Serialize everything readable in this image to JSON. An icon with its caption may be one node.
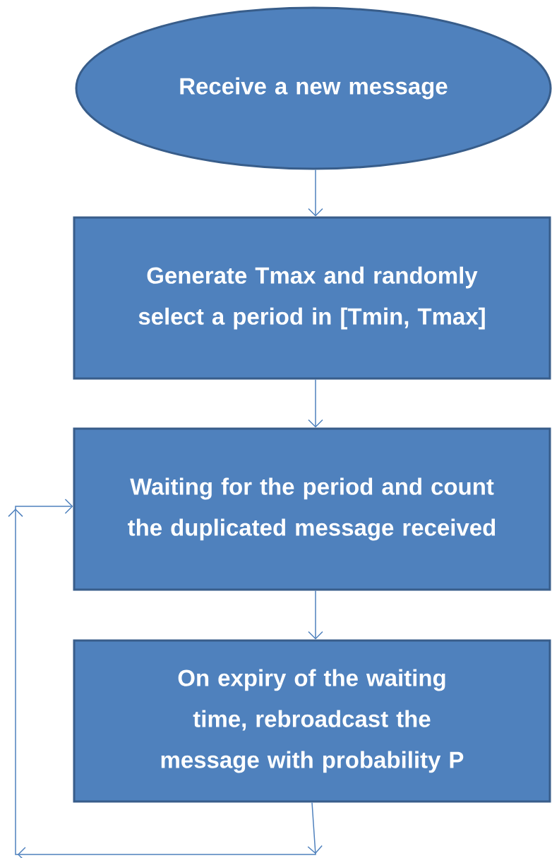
{
  "diagram": {
    "nodes": [
      {
        "text": [
          "Receive a new message"
        ]
      },
      {
        "text": [
          "Generate Tmax and randomly select a period in [Tmin, Tmax]"
        ]
      },
      {
        "text": [
          "Waiting for the period and count the duplicated message received"
        ]
      },
      {
        "text": [
          "On expiry of the waiting time, rebroadcast the message with probability P"
        ]
      }
    ],
    "edges": [
      {
        "from": 0,
        "to": 1,
        "arrow": "to"
      },
      {
        "from": 1,
        "to": 2,
        "arrow": "to"
      },
      {
        "from": 2,
        "to": 3,
        "arrow": "to"
      },
      {
        "from": 3,
        "to": 2,
        "arrow": "to"
      }
    ]
  }
}
